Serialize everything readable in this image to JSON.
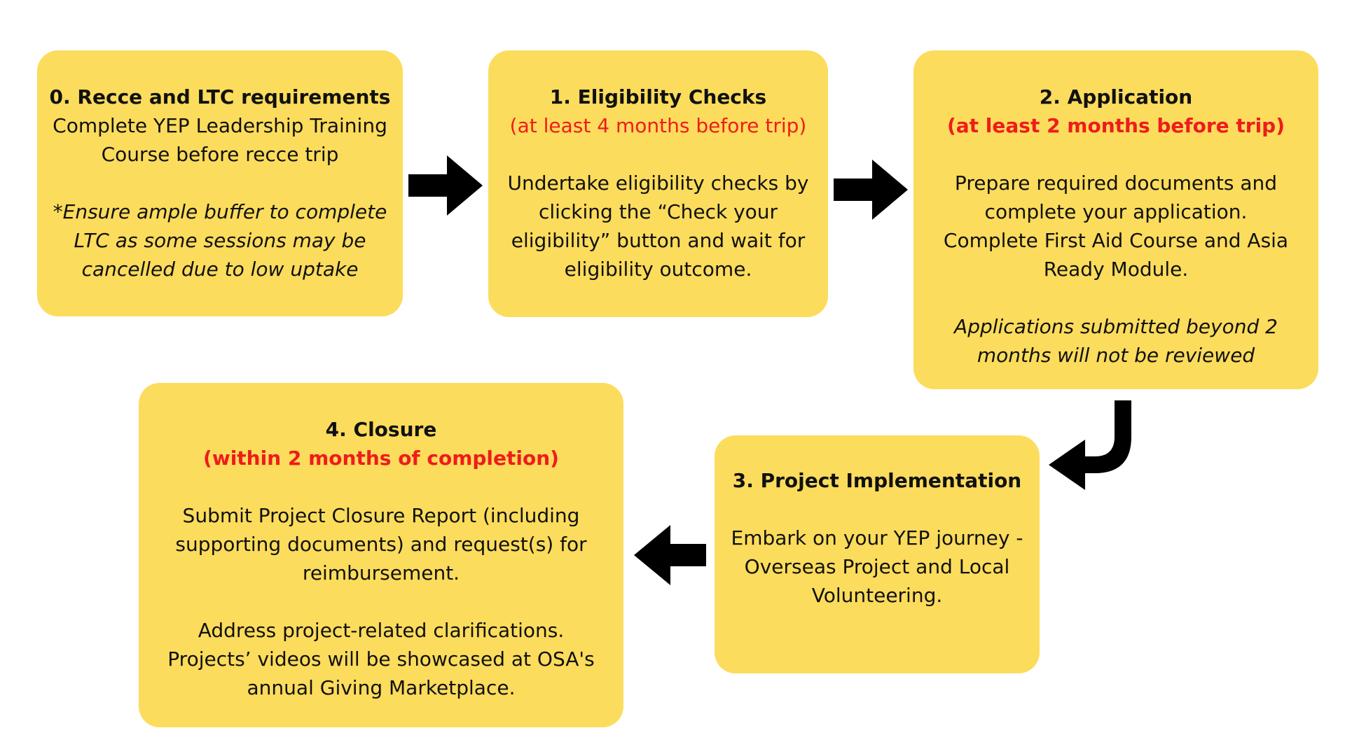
{
  "steps": [
    {
      "title": "0. Recce and LTC requirements",
      "deadline": "",
      "body": [
        "Complete YEP Leadership Training",
        "Course before recce trip"
      ],
      "note": [
        "*Ensure ample buffer to complete",
        "LTC as some sessions may be",
        "cancelled due to low uptake"
      ]
    },
    {
      "title": "1. Eligibility Checks",
      "deadline": "(at least 4 months before trip)",
      "body": [
        "Undertake eligibility checks by",
        "clicking the “Check your",
        "eligibility” button and wait for",
        "eligibility outcome."
      ]
    },
    {
      "title": "2. Application",
      "deadline": "(at least 2 months before trip)",
      "body": [
        "Prepare required documents and",
        "complete your application.",
        "Complete First Aid Course and Asia",
        "Ready Module."
      ],
      "note": [
        "Applications submitted beyond 2",
        "months will not be reviewed"
      ]
    },
    {
      "title": "3. Project Implementation",
      "deadline": "",
      "body": [
        "Embark on your YEP journey -",
        "Overseas Project and Local",
        "Volunteering."
      ]
    },
    {
      "title": "4. Closure",
      "deadline": "(within 2 months of completion)",
      "body": [
        "Submit Project Closure Report (including",
        "supporting documents) and request(s) for",
        "reimbursement."
      ],
      "body2": [
        "Address project-related clarifications.",
        "Projects’ videos will be showcased at OSA's",
        "annual Giving Marketplace."
      ]
    }
  ],
  "colors": {
    "card_fill": "#fcdc5c",
    "deadline_text": "#ee1c1c",
    "arrow": "#000000"
  },
  "connectors": [
    {
      "icon": "arrow-right-icon",
      "from": "0",
      "to": "1"
    },
    {
      "icon": "arrow-right-icon",
      "from": "1",
      "to": "2"
    },
    {
      "icon": "curved-arrow-down-left-icon",
      "from": "2",
      "to": "3"
    },
    {
      "icon": "arrow-left-icon",
      "from": "3",
      "to": "4"
    }
  ]
}
